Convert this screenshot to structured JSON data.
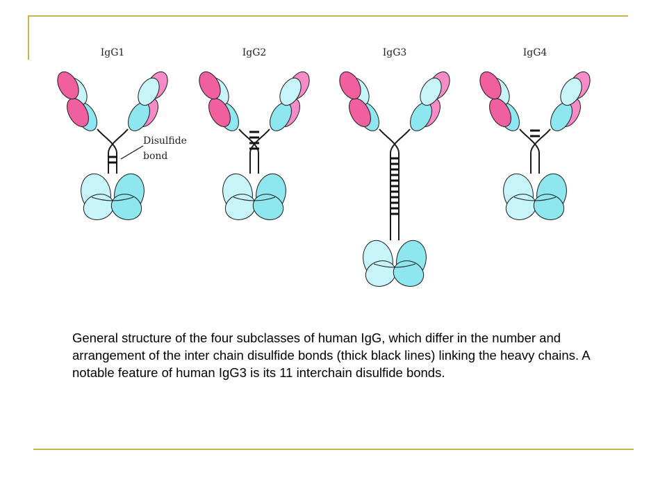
{
  "diagram": {
    "subclasses": [
      {
        "label": "IgG1",
        "bond_count": 2
      },
      {
        "label": "IgG2",
        "bond_count": 4
      },
      {
        "label": "IgG3",
        "bond_count": 11
      },
      {
        "label": "IgG4",
        "bond_count": 2
      }
    ],
    "annotation": {
      "line1": "Disulfide",
      "line2": "bond"
    },
    "colors": {
      "light_chain": "#f0609e",
      "light_chain_pale": "#f58cc8",
      "heavy_chain": "#8ee6ee",
      "heavy_chain_pale": "#c6f4f8",
      "outline": "#1a1a1a",
      "bond": "#111111"
    }
  },
  "caption": "General structure of the four subclasses of human IgG, which differ in the number and arrangement of the inter chain disulfide bonds (thick black lines) linking the heavy chains. A notable feature of human IgG3 is its 11 interchain disulfide bonds."
}
